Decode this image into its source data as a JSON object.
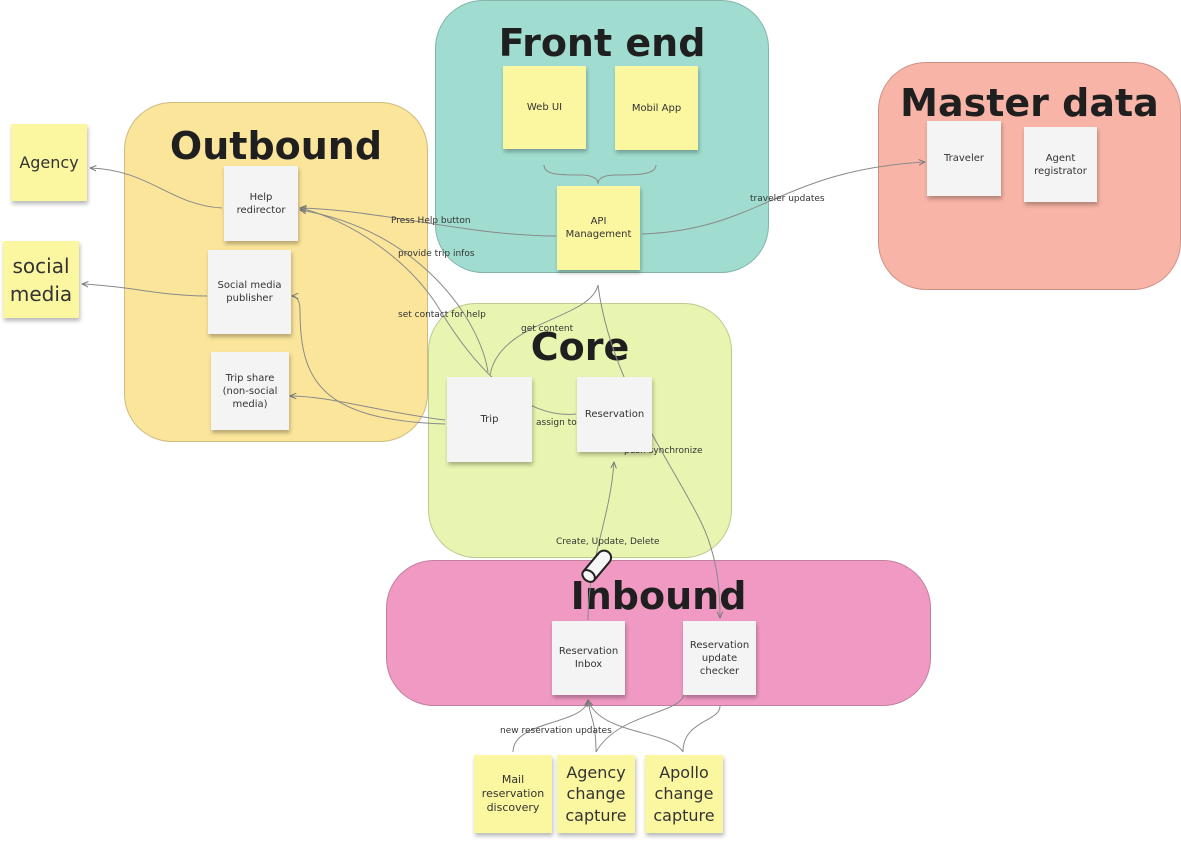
{
  "zones": {
    "frontend": {
      "title": "Front end",
      "color": "#a0ddd0"
    },
    "outbound": {
      "title": "Outbound",
      "color": "#fbe59b"
    },
    "master": {
      "title": "Master data",
      "color": "#f8b4a6"
    },
    "core": {
      "title": "Core",
      "color": "#e8f5b0"
    },
    "inbound": {
      "title": "Inbound",
      "color": "#f09ac3"
    }
  },
  "notes": {
    "web_ui": "Web UI",
    "mobil_app": "Mobil App",
    "api_management": "API Management",
    "traveler": "Traveler",
    "agent_registrator": "Agent registrator",
    "help_redirector": "Help redirector",
    "social_media_publisher": "Social media publisher",
    "trip_share": "Trip share (non-social media)",
    "trip": "Trip",
    "reservation": "Reservation",
    "reservation_inbox": "Reservation Inbox",
    "reservation_update_checker": "Reservation update checker",
    "agency": "Agency",
    "social_media": "social media",
    "mail_discovery": "Mail reservation discovery",
    "agency_change_capture": "Agency change capture",
    "apollo_change_capture": "Apollo change capture"
  },
  "connectors": {
    "press_help": "Press Help button",
    "traveler_updates": "traveler updates",
    "provide_trip_infos": "provide trip infos",
    "set_contact": "set contact for help",
    "get_content": "get content",
    "assign_to": "assign to",
    "push_sync": "push synchronize",
    "cud": "Create, Update, Delete",
    "new_res_updates": "new reservation updates"
  }
}
